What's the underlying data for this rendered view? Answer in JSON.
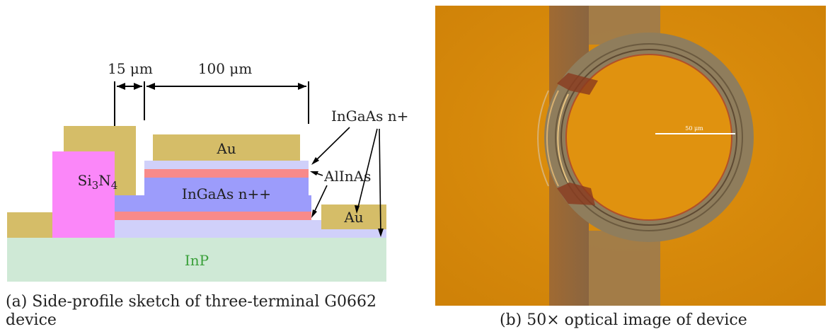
{
  "figure_a": {
    "dimensions": {
      "left": "15 μm",
      "right": "100 μm"
    },
    "layer_labels": {
      "au_top": "Au",
      "au_right": "Au",
      "si3n4_main": "Si",
      "si3n4_sub1": "3",
      "si3n4_n": "N",
      "si3n4_sub2": "4",
      "ingaas_npp": "InGaAs n++",
      "inp": "InP"
    },
    "annotations": {
      "ingaas_np": "InGaAs n+",
      "alinas": "AlInAs"
    },
    "caption": "(a) Side-profile sketch of three-terminal G0662 device"
  },
  "figure_b": {
    "scale_bar": "50 μm",
    "caption": "(b) 50× optical image of device"
  },
  "colors": {
    "au": "#d5bd68",
    "si3n4": "#fb87f9",
    "ingaas_npp": "#9c9cfb",
    "ingaas_np": "#d0d0fa",
    "alinas": "#f88a8a",
    "inp": "#cfe9d6",
    "inp_text": "#3aa03a",
    "chip_bg": "#dd8e10"
  }
}
